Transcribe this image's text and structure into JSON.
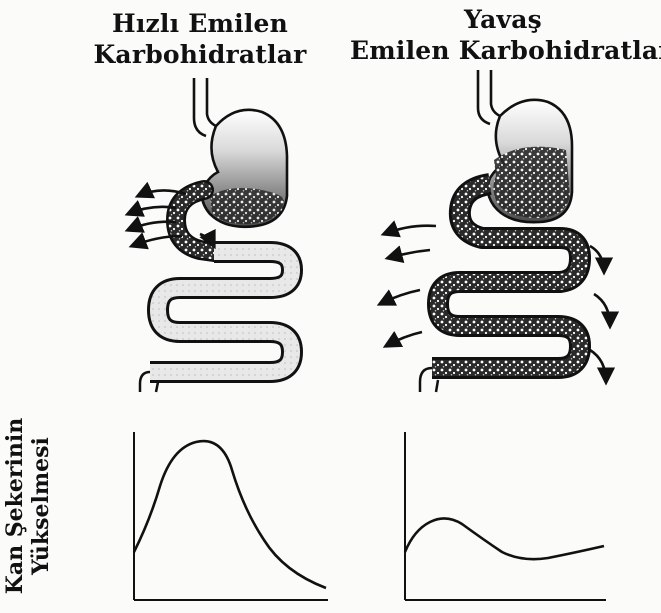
{
  "panels": {
    "left": {
      "title_line1": "Hızlı Emilen",
      "title_line2": "Karbohidratlar"
    },
    "right": {
      "title_line1": "Yavaş",
      "title_line2": "Emilen Karbohidratlar"
    }
  },
  "graphs": {
    "ylabel_line1": "Kan Şekerinin",
    "ylabel_line2": "Yükselmesi"
  },
  "icons": {
    "stomach": "stomach-icon",
    "intestine": "small-intestine-icon",
    "absorption_arrows": "absorption-arrow-icon"
  },
  "colors": {
    "ink": "#111111",
    "stomach_shade": "#7a7a7a",
    "background": "#fbfbf9"
  }
}
